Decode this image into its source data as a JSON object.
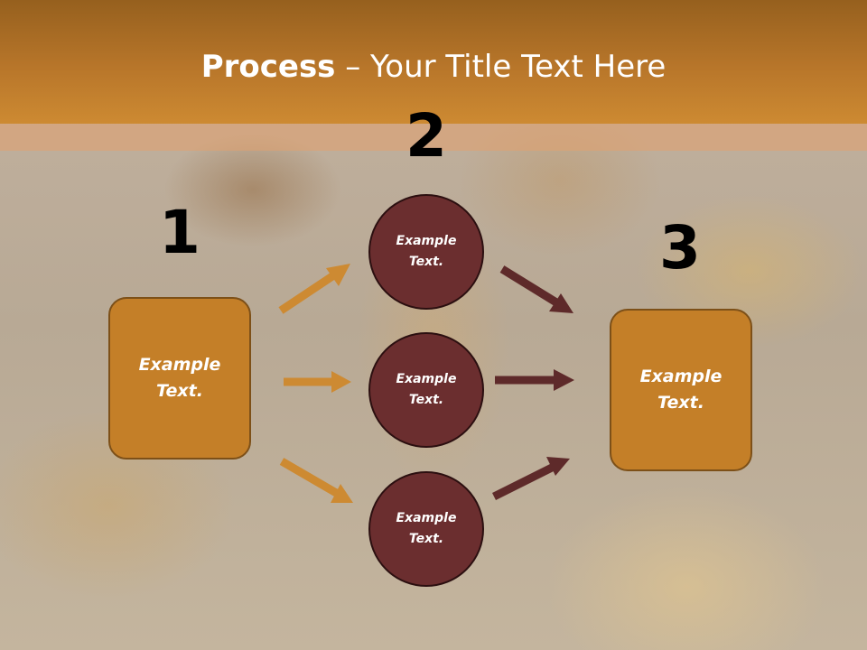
{
  "title": {
    "bold": "Process",
    "rest": " – Your Title Text Here"
  },
  "steps": [
    {
      "number": "1",
      "text": "Example\nText."
    },
    {
      "number": "2",
      "items": [
        "Example\nText.",
        "Example\nText.",
        "Example\nText."
      ]
    },
    {
      "number": "3",
      "text": "Example\nText."
    }
  ],
  "colors": {
    "header": "#b8762a",
    "box_fill": "#c47f28",
    "circle_fill": "#6b2e2f",
    "arrow_orange": "#cd8a32",
    "arrow_maroon": "#5e2a2a"
  }
}
